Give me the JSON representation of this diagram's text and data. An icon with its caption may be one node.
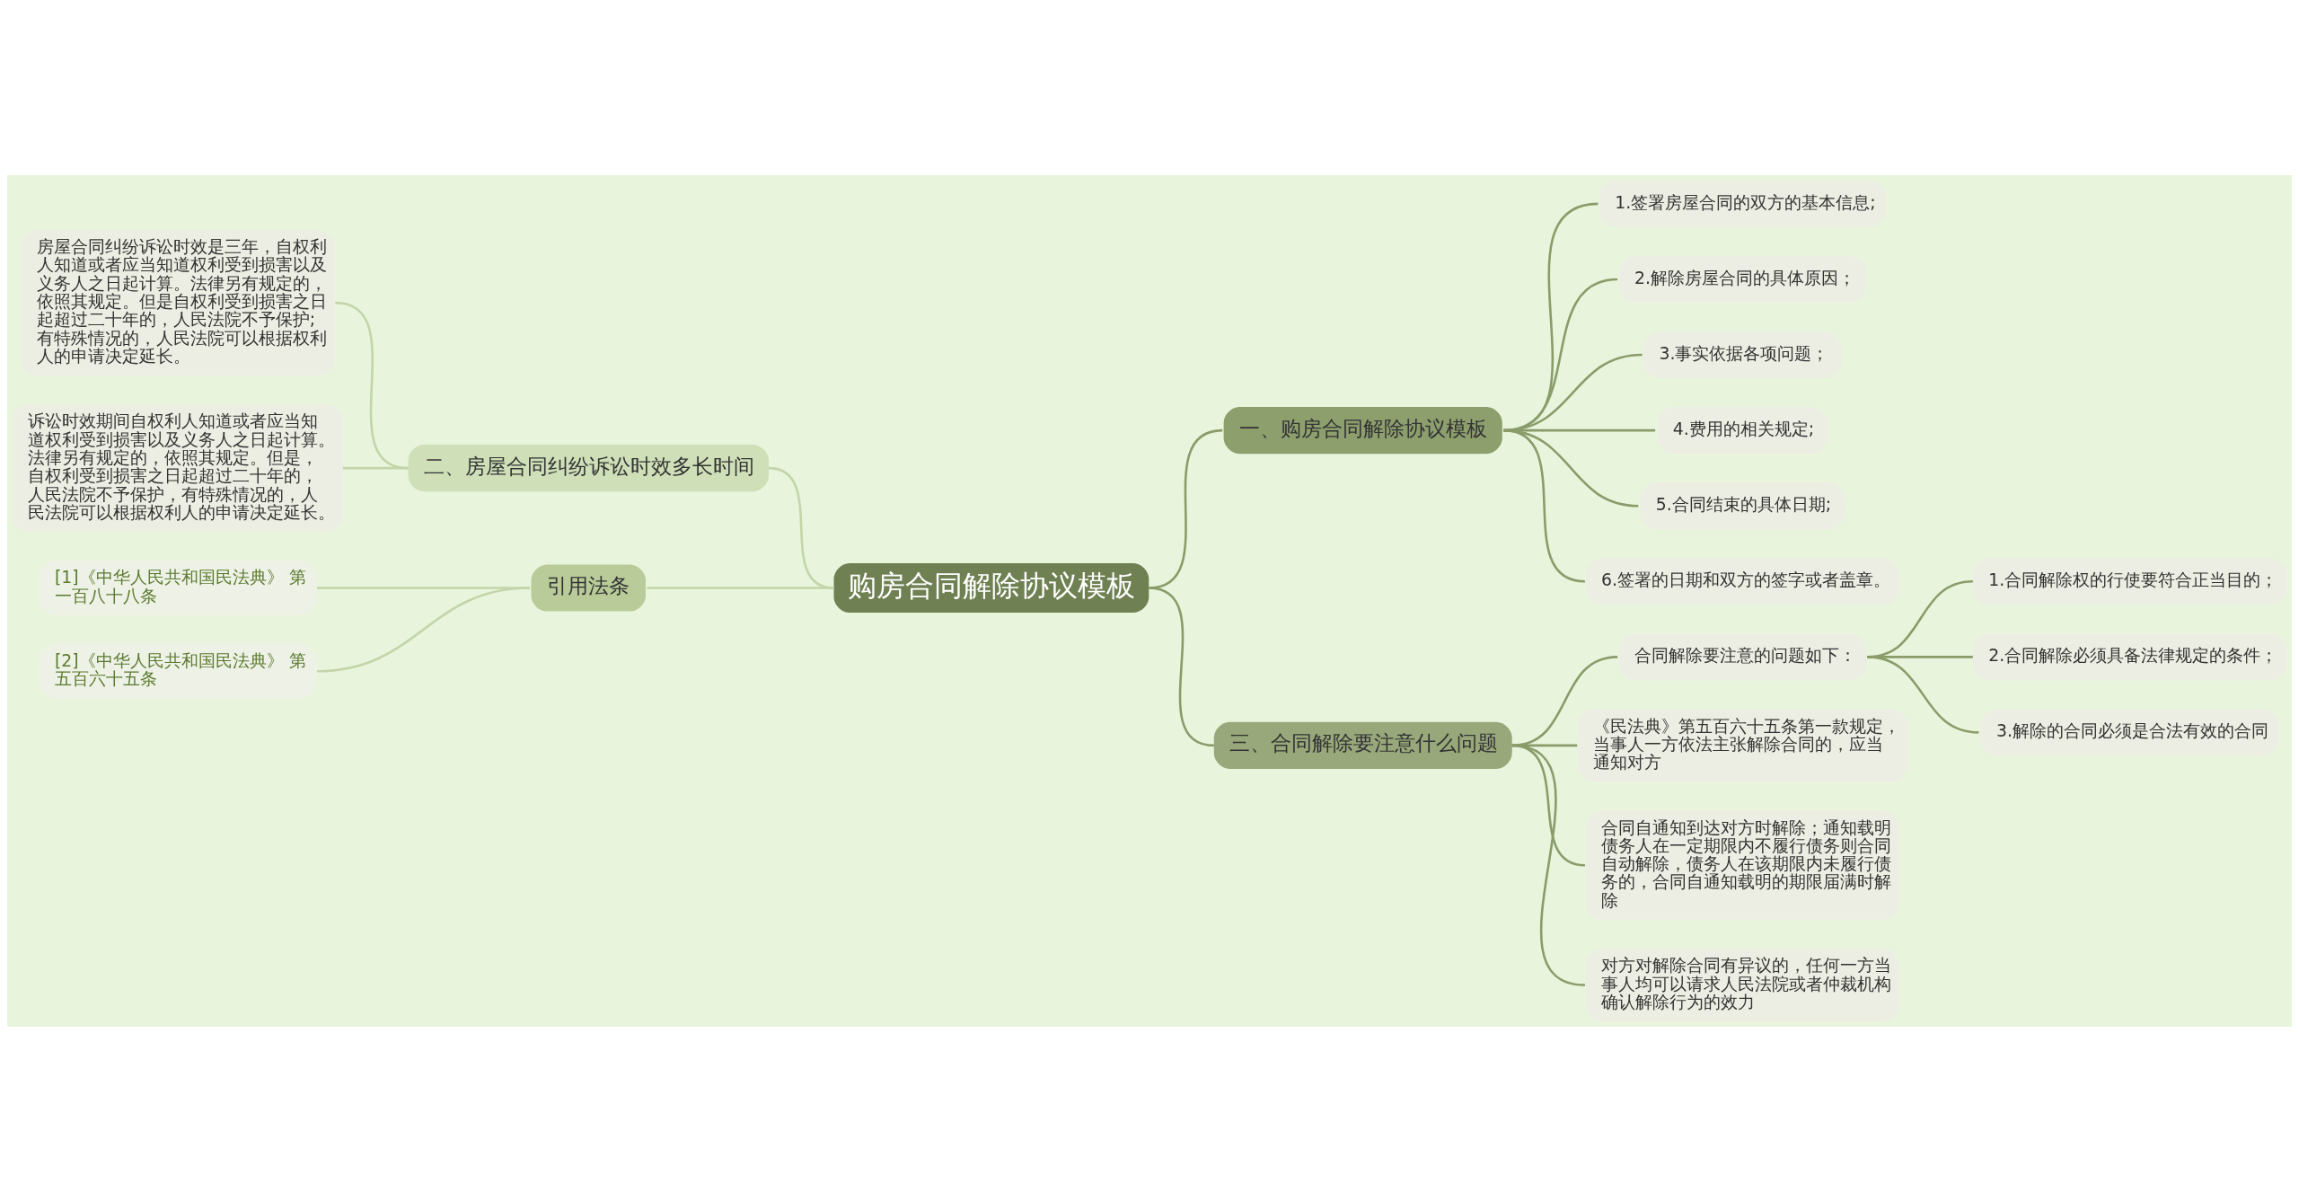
{
  "diagram": {
    "nodes": [
      {
        "text": [
          "购房合同解除协议模板"
        ]
      },
      {
        "text": [
          "一、购房合同解除协议模板"
        ]
      },
      {
        "text": [
          "1.签署房屋合同的双方的基本信息;"
        ]
      },
      {
        "text": [
          "2.解除房屋合同的具体原因；"
        ]
      },
      {
        "text": [
          "3.事实依据各项问题；"
        ]
      },
      {
        "text": [
          "4.费用的相关规定;"
        ]
      },
      {
        "text": [
          "5.合同结束的具体日期;"
        ]
      },
      {
        "text": [
          "6.签署的日期和双方的签字或者盖章。"
        ]
      },
      {
        "text": [
          "三、合同解除要注意什么问题"
        ]
      },
      {
        "text": [
          "合同解除要注意的问题如下："
        ]
      },
      {
        "text": [
          "1.合同解除权的行使要符合正当目的；"
        ]
      },
      {
        "text": [
          "2.合同解除必须具备法律规定的条件；"
        ]
      },
      {
        "text": [
          "3.解除的合同必须是合法有效的合同"
        ]
      },
      {
        "text": [
          "《民法典》第五百六十五条第一款规定，当事人一方依法主张解除合同的，应当通知对方"
        ]
      },
      {
        "text": [
          "合同自通知到达对方时解除；通知载明债务人在一定期限内不履行债务则合同自动解除，债务人在该期限内未履行债务的，合同自通知载明的期限届满时解除"
        ]
      },
      {
        "text": [
          "对方对解除合同有异议的，任何一方当事人均可以请求人民法院或者仲裁机构确认解除行为的效力"
        ]
      },
      {
        "text": [
          "二、房屋合同纠纷诉讼时效多长时间"
        ]
      },
      {
        "text": [
          "房屋合同纠纷诉讼时效是三年，自权利人知道或者应当知道权利受到损害以及义务人之日起计算。法律另有规定的，依照其规定。但是自权利受到损害之日起超过二十年的，人民法院不予保护;有特殊情况的，人民法院可以根据权利人的申请决定延长。"
        ]
      },
      {
        "text": [
          "诉讼时效期间自权利人知道或者应当知道权利受到损害以及义务人之日起计算。法律另有规定的，依照其规定。但是，自权利受到损害之日起超过二十年的，人民法院不予保护，有特殊情况的，人民法院可以根据权利人的申请决定延长。"
        ]
      },
      {
        "text": [
          "引用法条"
        ]
      },
      {
        "text": [
          "[1]《中华人民共和国民法典》 第一百八十八条"
        ]
      },
      {
        "text": [
          "[2]《中华人民共和国民法典》 第五百六十五条"
        ]
      }
    ],
    "edges": [
      {
        "from": 0,
        "to": 1,
        "arrow": "none"
      },
      {
        "from": 1,
        "to": 2,
        "arrow": "none"
      },
      {
        "from": 1,
        "to": 3,
        "arrow": "none"
      },
      {
        "from": 1,
        "to": 4,
        "arrow": "none"
      },
      {
        "from": 1,
        "to": 5,
        "arrow": "none"
      },
      {
        "from": 1,
        "to": 6,
        "arrow": "none"
      },
      {
        "from": 1,
        "to": 7,
        "arrow": "none"
      },
      {
        "from": 0,
        "to": 8,
        "arrow": "none"
      },
      {
        "from": 8,
        "to": 9,
        "arrow": "none"
      },
      {
        "from": 9,
        "to": 10,
        "arrow": "none"
      },
      {
        "from": 9,
        "to": 11,
        "arrow": "none"
      },
      {
        "from": 9,
        "to": 12,
        "arrow": "none"
      },
      {
        "from": 8,
        "to": 13,
        "arrow": "none"
      },
      {
        "from": 8,
        "to": 14,
        "arrow": "none"
      },
      {
        "from": 8,
        "to": 15,
        "arrow": "none"
      },
      {
        "from": 0,
        "to": 16,
        "arrow": "none",
        "color": "#c3d5a9"
      },
      {
        "from": 16,
        "to": 17,
        "arrow": "none",
        "color": "#c3d5a9"
      },
      {
        "from": 16,
        "to": 18,
        "arrow": "none",
        "color": "#c3d5a9"
      },
      {
        "from": 0,
        "to": 19,
        "arrow": "none",
        "color": "#c3d5a9"
      },
      {
        "from": 19,
        "to": 20,
        "arrow": "none",
        "color": "#c3d5a9"
      },
      {
        "from": 19,
        "to": 21,
        "arrow": "none",
        "color": "#c3d5a9"
      }
    ]
  }
}
